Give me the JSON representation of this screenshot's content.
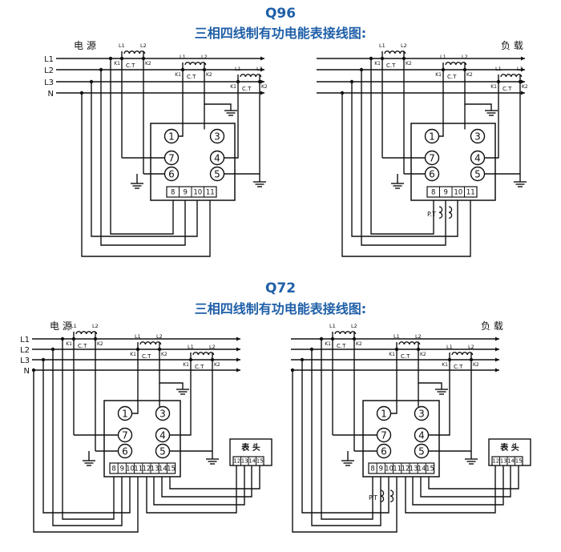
{
  "sections": [
    {
      "model": "Q96",
      "title": "三相四线制有功电能表接线图:"
    },
    {
      "model": "Q72",
      "title": "三相四线制有功电能表接线图:"
    }
  ],
  "labels": {
    "source": "电 源",
    "load": "负 载",
    "lines": [
      "L1",
      "L2",
      "L3",
      "N"
    ],
    "ct": "C.T",
    "ct_in": "L1",
    "ct_out": "L2",
    "ct_k1": "K1",
    "ct_k2": "K2",
    "pt": "P.T",
    "meter_head": "表 头"
  },
  "terminals": {
    "circle": [
      "1",
      "3",
      "7",
      "4",
      "6",
      "5"
    ],
    "q96_strip": [
      "8",
      "9",
      "10",
      "11"
    ],
    "q72_strip": [
      "8",
      "9",
      "10",
      "11",
      "12",
      "13",
      "14",
      "15"
    ],
    "meter_head_strip": [
      "12",
      "13",
      "14",
      "15"
    ]
  },
  "colors": {
    "title": "#1f5fa8",
    "line": "#111111"
  }
}
